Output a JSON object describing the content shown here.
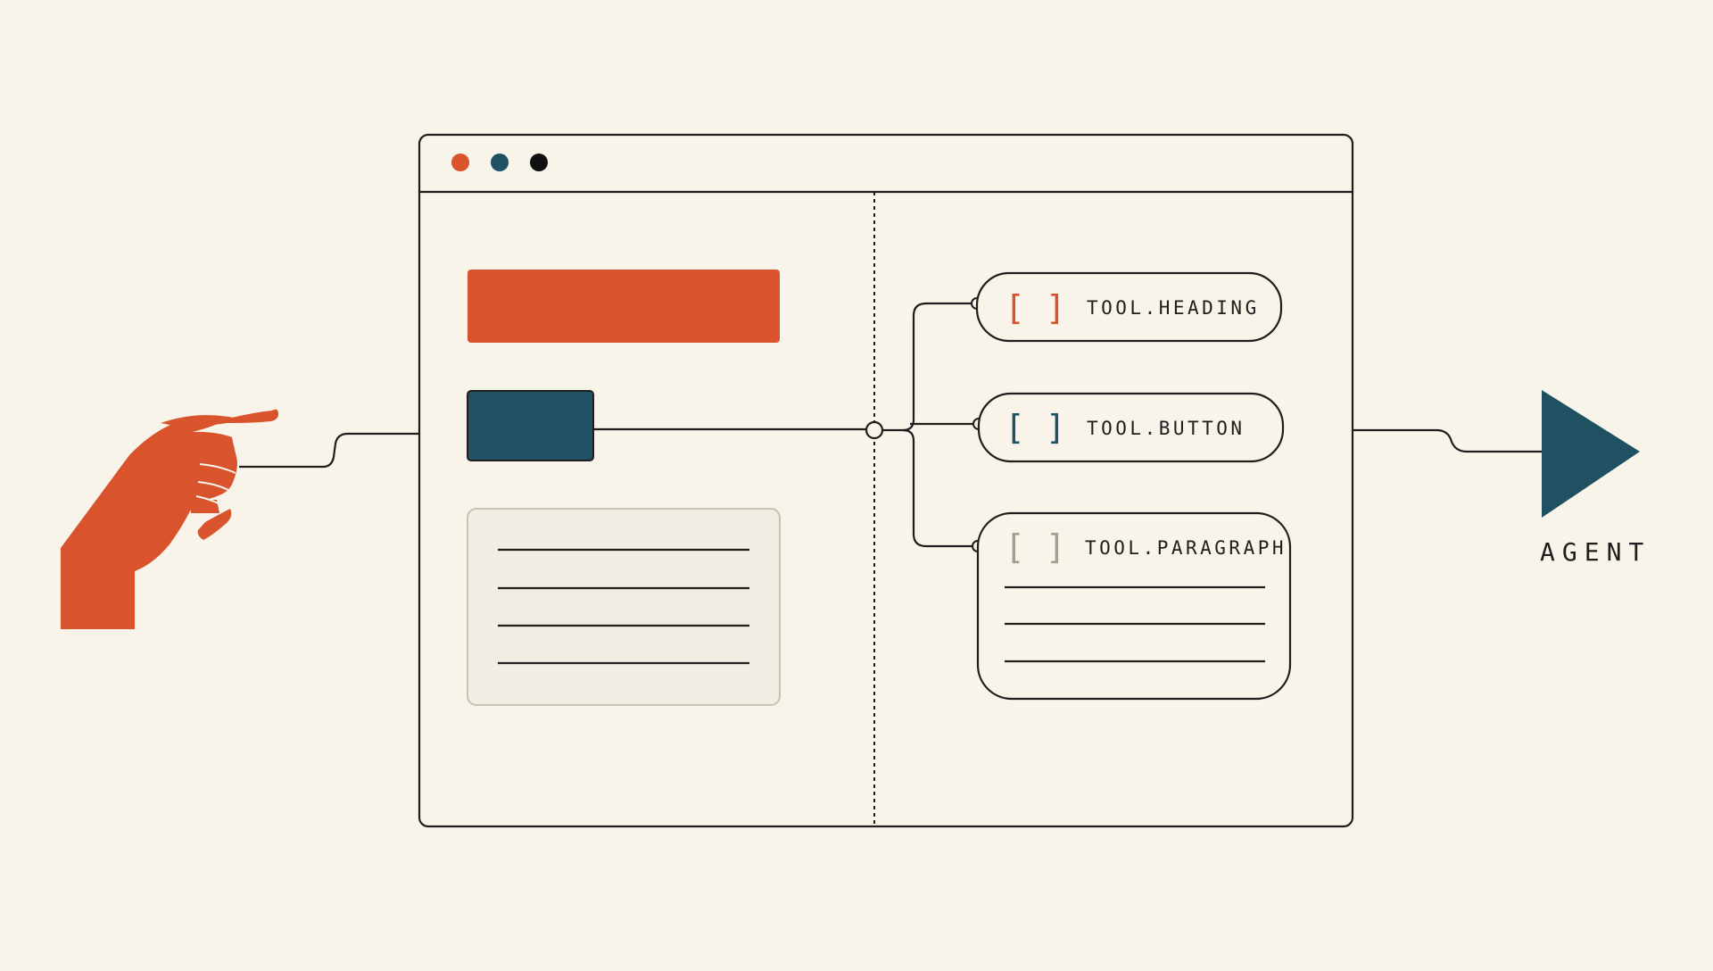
{
  "colors": {
    "background": "#f8f4ea",
    "accent_orange": "#d9542c",
    "accent_teal": "#1f5163",
    "ink": "#1e1e1e",
    "muted_bracket": "#a59e8e",
    "panel_fill": "#f2ede2"
  },
  "window": {
    "dots": [
      "orange",
      "teal",
      "black"
    ]
  },
  "tools": [
    {
      "label": "TOOL.HEADING",
      "bracket_color": "#d9542c"
    },
    {
      "label": "TOOL.BUTTON",
      "bracket_color": "#1f5163"
    },
    {
      "label": "TOOL.PARAGRAPH",
      "bracket_color": "#a59e8e"
    }
  ],
  "agent": {
    "label": "AGENT"
  },
  "icons": {
    "hand": "pointing-hand-icon",
    "agent": "play-triangle-icon"
  }
}
